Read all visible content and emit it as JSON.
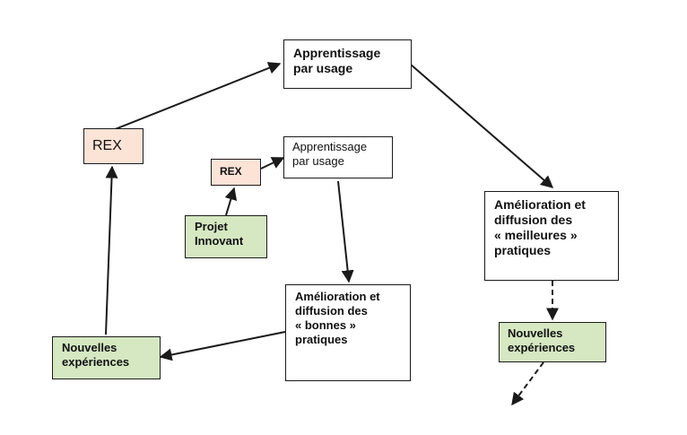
{
  "rex_large": {
    "label": "REX"
  },
  "apprentissage_large": {
    "lines": [
      "Apprentissage",
      "par usage"
    ]
  },
  "amelioration_meilleures": {
    "lines": [
      "Amélioration et",
      "diffusion des",
      "« meilleures »",
      "pratiques"
    ]
  },
  "nouvelles_right": {
    "lines": [
      "Nouvelles",
      "expériences"
    ]
  },
  "rex_small": {
    "label": "REX"
  },
  "apprentissage_small": {
    "lines": [
      "Apprentissage",
      "par usage"
    ]
  },
  "projet_innovant": {
    "lines": [
      "Projet",
      "Innovant"
    ]
  },
  "amelioration_bonnes": {
    "lines": [
      "Amélioration et",
      "diffusion des",
      "« bonnes »",
      "pratiques"
    ]
  },
  "nouvelles_left": {
    "lines": [
      "Nouvelles",
      "expériences"
    ]
  },
  "colors": {
    "rex_fill": "#fbe3d6",
    "green_fill": "#d5e8c2",
    "stroke": "#1a1a1a"
  }
}
